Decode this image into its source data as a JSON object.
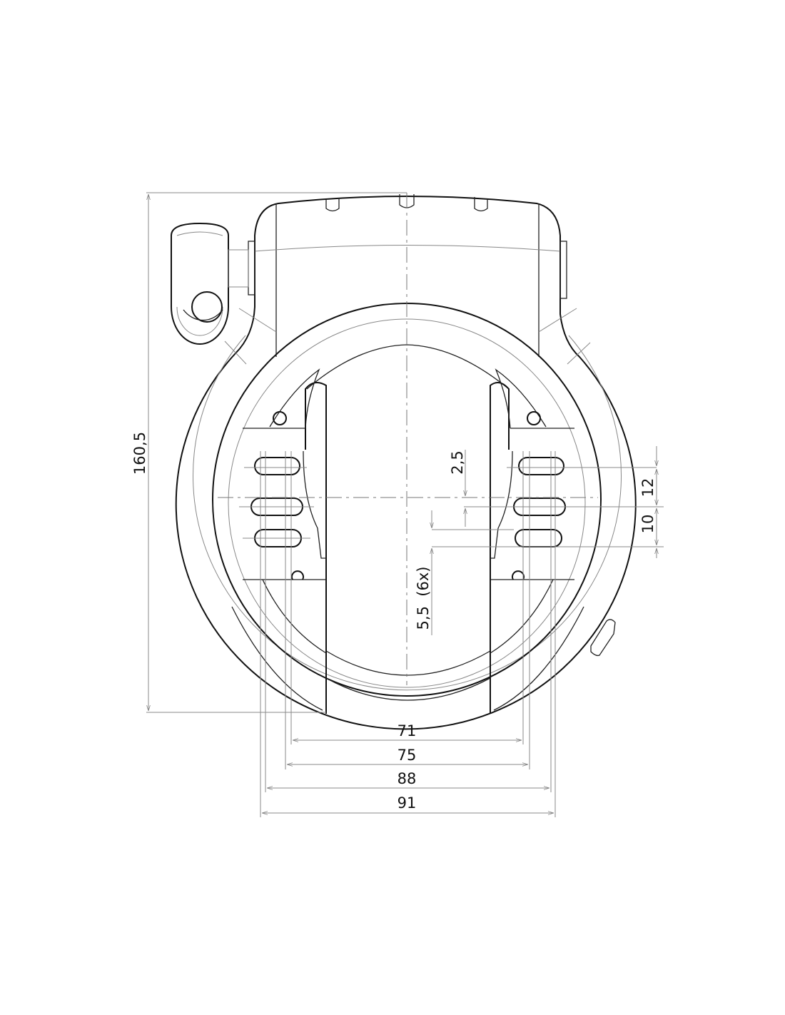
{
  "title": "Frame lock technical dimension drawing",
  "dimensions": {
    "overall_height": "160,5",
    "width_71": "71",
    "width_75": "75",
    "width_88": "88",
    "width_91": "91",
    "slot_pitch_12": "12",
    "slot_pitch_10": "10",
    "offset": "2,5",
    "slot_width": "5,5  (6x)"
  },
  "colors": {
    "line": "#111111",
    "construction": "#888888"
  }
}
